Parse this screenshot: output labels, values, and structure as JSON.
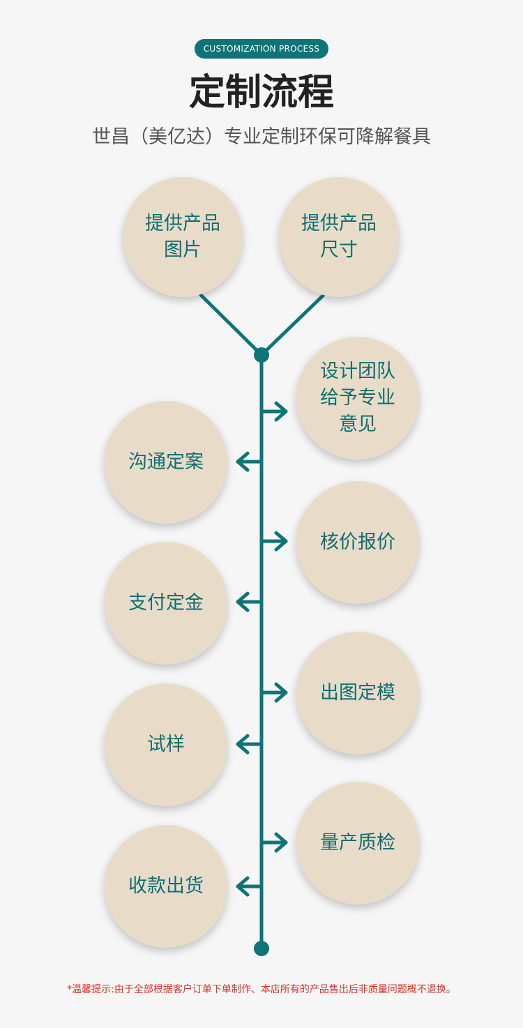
{
  "header": {
    "badge": "CUSTOMIZATION PROCESS",
    "title": "定制流程",
    "subtitle": "世昌（美亿达）专业定制环保可降解餐具"
  },
  "steps": [
    "提供产品\n图片",
    "提供产品\n尺寸",
    "设计团队\n给予专业\n意见",
    "沟通定案",
    "核价报价",
    "支付定金",
    "出图定模",
    "试样",
    "量产质检",
    "收款出货"
  ],
  "footer": {
    "note": "*温馨提示:由于全部根据客户订单下单制作、本店所有的产品售出后非质量问题概不退换。"
  },
  "colors": {
    "accent": "#0f7478",
    "circle": "#e8dcc9",
    "note": "#d6322b"
  }
}
